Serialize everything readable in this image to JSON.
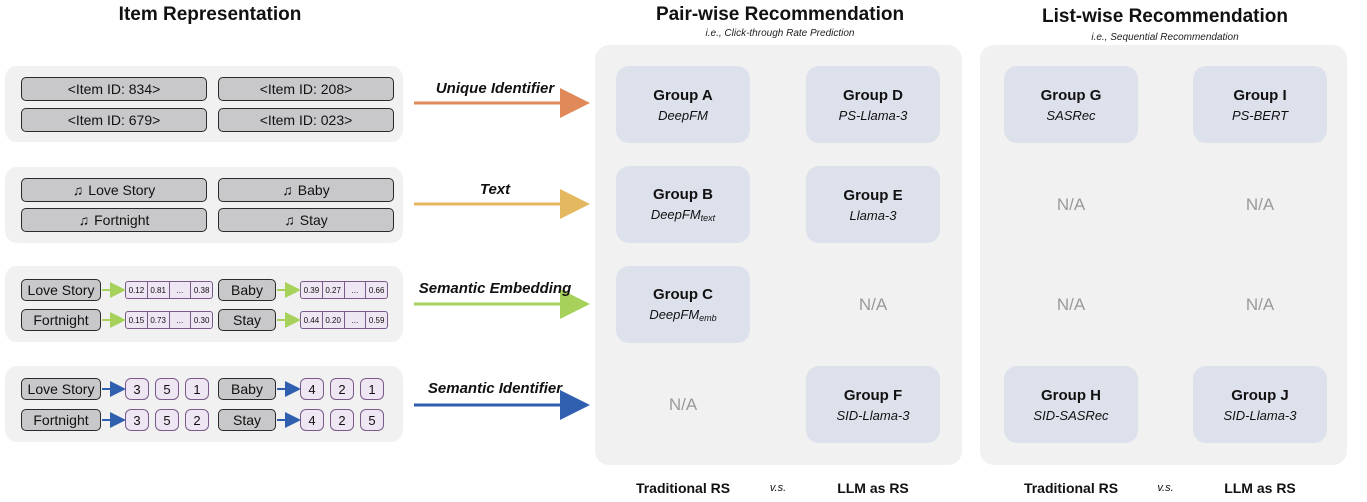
{
  "item_representation": {
    "title": "Item Representation",
    "rows": [
      {
        "label": "Unique Identifier",
        "arrow_color": "#e08a5a",
        "items": [
          "<Item ID: 834>",
          "<Item ID: 208>",
          "<Item ID: 679>",
          "<Item ID: 023>"
        ]
      },
      {
        "label": "Text",
        "arrow_color": "#e4b860",
        "icon": "music-note-icon",
        "icon_glyph": "♫",
        "items": [
          "Love Story",
          "Baby",
          "Fortnight",
          "Stay"
        ]
      },
      {
        "label": "Semantic Embedding",
        "arrow_color": "#a6d15a",
        "items": [
          {
            "name": "Love Story",
            "vector": [
              "0.12",
              "0.81",
              "...",
              "0.38"
            ]
          },
          {
            "name": "Baby",
            "vector": [
              "0.39",
              "0.27",
              "...",
              "0.66"
            ]
          },
          {
            "name": "Fortnight",
            "vector": [
              "0.15",
              "0.73",
              "...",
              "0.30"
            ]
          },
          {
            "name": "Stay",
            "vector": [
              "0.44",
              "0.20",
              "...",
              "0.59"
            ]
          }
        ]
      },
      {
        "label": "Semantic Identifier",
        "arrow_color": "#2f5fae",
        "items": [
          {
            "name": "Love Story",
            "codes": [
              "3",
              "5",
              "1"
            ]
          },
          {
            "name": "Baby",
            "codes": [
              "4",
              "2",
              "1"
            ]
          },
          {
            "name": "Fortnight",
            "codes": [
              "3",
              "5",
              "2"
            ]
          },
          {
            "name": "Stay",
            "codes": [
              "4",
              "2",
              "5"
            ]
          }
        ]
      }
    ]
  },
  "pairwise": {
    "title": "Pair-wise Recommendation",
    "subtitle": "i.e., Click-through Rate Prediction",
    "cells": [
      [
        {
          "group": "Group A",
          "model": "DeepFM",
          "sub": ""
        },
        {
          "group": "Group D",
          "model": "PS-Llama-3",
          "sub": ""
        }
      ],
      [
        {
          "group": "Group B",
          "model": "DeepFM",
          "sub": "text"
        },
        {
          "group": "Group E",
          "model": "Llama-3",
          "sub": ""
        }
      ],
      [
        {
          "group": "Group C",
          "model": "DeepFM",
          "sub": "emb"
        },
        {
          "na": "N/A"
        }
      ],
      [
        {
          "na": "N/A"
        },
        {
          "group": "Group F",
          "model": "SID-Llama-3",
          "sub": ""
        }
      ]
    ],
    "footer_left": "Traditional RS",
    "footer_vs": "v.s.",
    "footer_right": "LLM as RS"
  },
  "listwise": {
    "title": "List-wise Recommendation",
    "subtitle": "i.e., Sequential Recommendation",
    "cells": [
      [
        {
          "group": "Group G",
          "model": "SASRec",
          "sub": ""
        },
        {
          "group": "Group I",
          "model": "PS-BERT",
          "sub": ""
        }
      ],
      [
        {
          "na": "N/A"
        },
        {
          "na": "N/A"
        }
      ],
      [
        {
          "na": "N/A"
        },
        {
          "na": "N/A"
        }
      ],
      [
        {
          "group": "Group H",
          "model": "SID-SASRec",
          "sub": ""
        },
        {
          "group": "Group J",
          "model": "SID-Llama-3",
          "sub": ""
        }
      ]
    ],
    "footer_left": "Traditional RS",
    "footer_vs": "v.s.",
    "footer_right": "LLM as RS"
  }
}
